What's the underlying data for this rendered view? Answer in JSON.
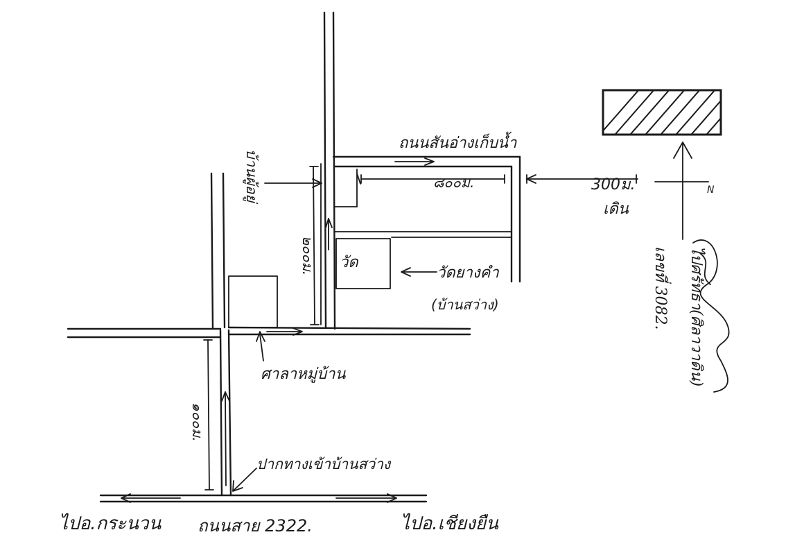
{
  "labels": {
    "road_to_reservoir": "ถนนสันอ่างเก็บน้ำ",
    "dist_top": "๘๐๐ม.",
    "dist_right": "300ม.",
    "walk": "เดิน",
    "dist_middle": "๒๐๐ม.",
    "house": "บ้านผู้อยู่",
    "wat_box": "วัด",
    "wat_name": "วัดยางคำ",
    "wat_village": "(บ้านสว่าง)",
    "village_hall": "ศาลาหมู่บ้าน",
    "dist_bottom": "๑๐๐ม.",
    "village_entrance": "ปากทางเข้าบ้านสว่าง",
    "left_direction": "ไปอ.กระนวน",
    "main_road": "ถนนสาย 2322.",
    "right_direction": "ไปอ.เชียงยืน",
    "north_mark": "N",
    "owner_note": "ไปศรัทธา(ศิลาวาดิน)",
    "deed_number": "เลขที่ 3082."
  },
  "colors": {
    "ink": "#1a1a1a",
    "paper": "#ffffff"
  }
}
